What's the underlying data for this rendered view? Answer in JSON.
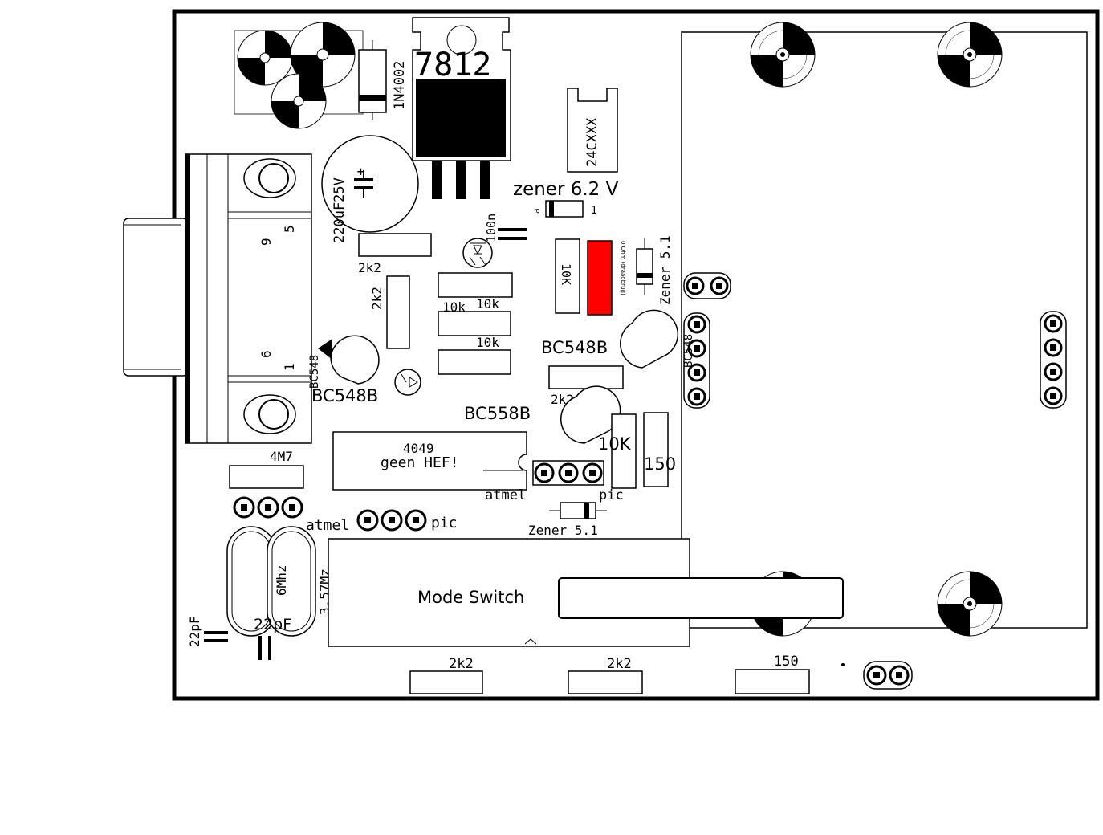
{
  "colors": {
    "board_outline": "#000000",
    "background": "#ffffff",
    "highlight_resistor": "#ff0000"
  },
  "labels": {
    "regulator": "7812",
    "diode_1n4002": "1N4002",
    "eeprom": "24CXXX",
    "zener_6v2": "zener 6.2 V",
    "cap_220uf": "220uF25V",
    "cap_100n": "100n",
    "zener_51_top": "Zener 5.1",
    "zener_51_bottom": "Zener 5.1",
    "r_2k2_a": "2k2",
    "r_2k2_b": "2k2",
    "r_10k_a": "10k",
    "r_10k_b": "10k",
    "r_10k_c": "10k",
    "r_10k_d": "10K",
    "r_10k_e": "10K",
    "r_0ohm": "0 Ohm (draadbrug)",
    "r_2k2_c": "2k2",
    "r_150_a": "150",
    "r_2k2_bot1": "2k2",
    "r_2k2_bot2": "2k2",
    "r_150_bot": "150",
    "r_4m7": "4M7",
    "t_bc548b_1": "BC548B",
    "t_bc548b_2": "BC548B",
    "t_bc558b": "BC558B",
    "t_bc548_side": "BC548",
    "t_bc548_side2": "BC548",
    "ic_4049": "4049",
    "ic_note": "geen HEF!",
    "atmel_1": "atmel",
    "pic_1": "pic",
    "atmel_2": "atmel",
    "pic_2": "pic",
    "mode_switch": "Mode Switch",
    "xtal_6mhz": "6Mhz",
    "xtal_357": "3.57Mz",
    "cap_22pf_1": "22pF",
    "cap_22pf_2": "22pF",
    "db9_pin9": "9",
    "db9_pin5": "5",
    "db9_pin6": "6",
    "db9_pin1": "1",
    "diode_mark_a": "a",
    "diode_mark_1": "1"
  }
}
